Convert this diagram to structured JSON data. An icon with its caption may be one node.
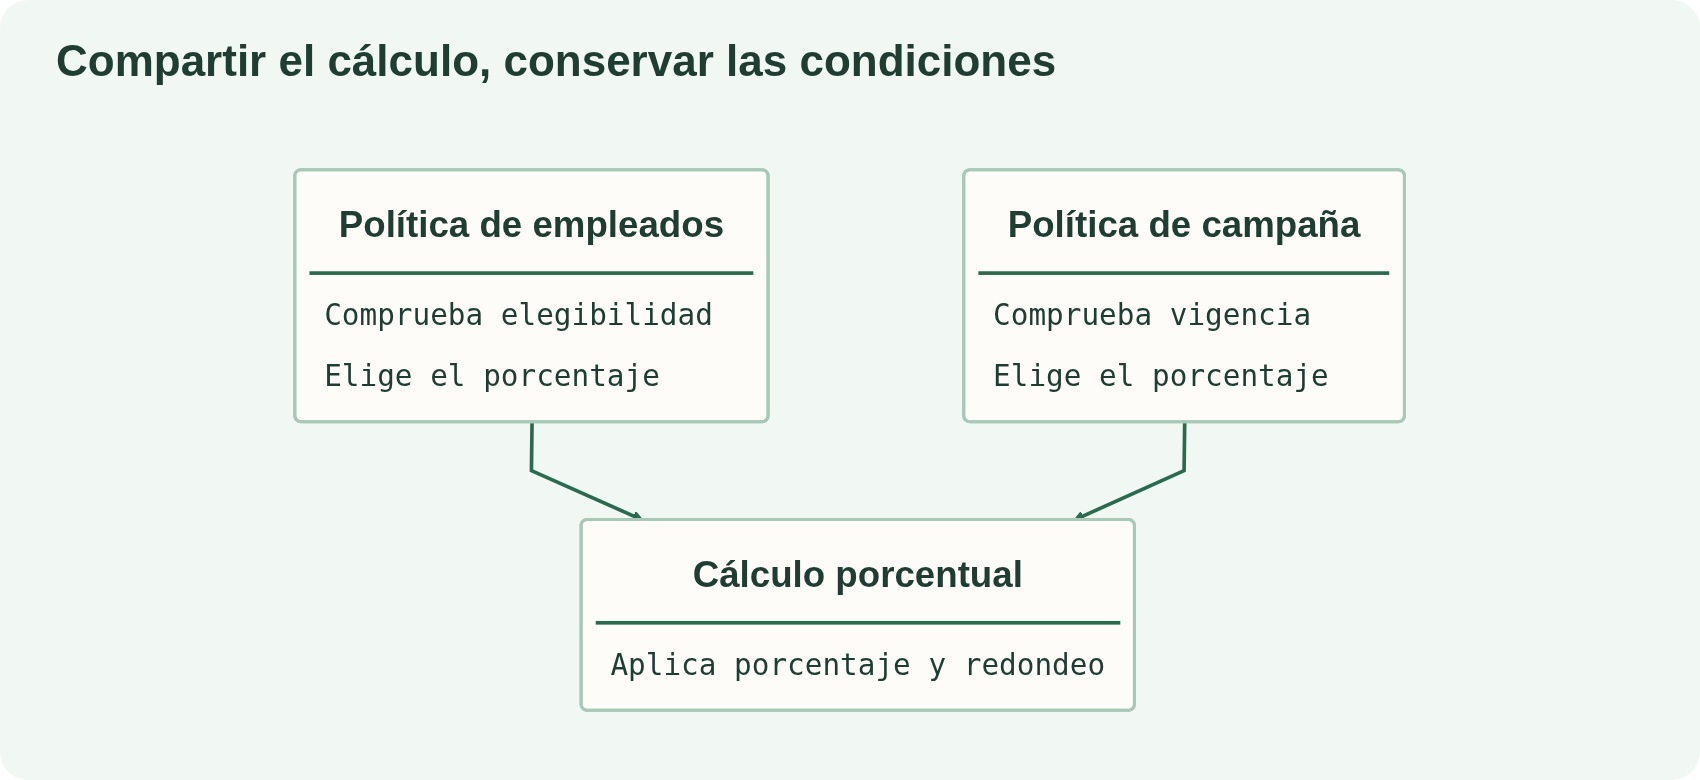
{
  "diagram": {
    "title": "Compartir el cálculo, conservar las condiciones",
    "nodes": [
      {
        "text": [
          "Política de empleados",
          "Comprueba elegibilidad",
          "Elige el porcentaje"
        ]
      },
      {
        "text": [
          "Política de campaña",
          "Comprueba vigencia",
          "Elige el porcentaje"
        ]
      },
      {
        "text": [
          "Cálculo porcentual",
          "Aplica porcentaje y redondeo"
        ]
      }
    ],
    "edges": [
      {
        "from": 0,
        "to": 2,
        "arrow": "to"
      },
      {
        "from": 1,
        "to": 2,
        "arrow": "to"
      }
    ]
  }
}
